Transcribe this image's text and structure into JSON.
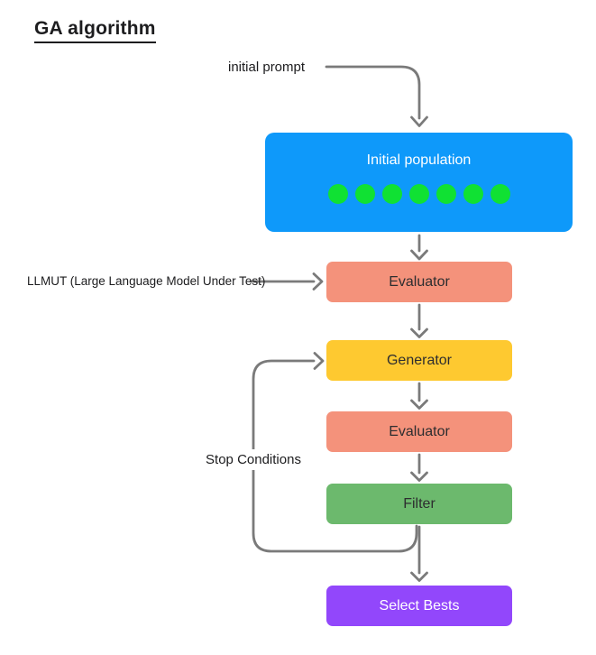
{
  "title": "GA algorithm",
  "labels": {
    "initial_prompt": "initial prompt",
    "llmut": "LLMUT (Large Language Model Under Test)",
    "stop_conditions": "Stop Conditions"
  },
  "nodes": [
    {
      "id": "initial-population",
      "label": "Initial population",
      "color": "#0E99FA",
      "text_color": "#ffffff",
      "dots": 7,
      "dot_color": "#10E133"
    },
    {
      "id": "evaluator-1",
      "label": "Evaluator",
      "color": "#F4927B",
      "text_color": "#2d2d2f"
    },
    {
      "id": "generator",
      "label": "Generator",
      "color": "#FEC930",
      "text_color": "#2d2d2f"
    },
    {
      "id": "evaluator-2",
      "label": "Evaluator",
      "color": "#F4927B",
      "text_color": "#2d2d2f"
    },
    {
      "id": "filter",
      "label": "Filter",
      "color": "#6CB96D",
      "text_color": "#2d2d2f"
    },
    {
      "id": "select-bests",
      "label": "Select Bests",
      "color": "#9247FB",
      "text_color": "#ffffff"
    }
  ],
  "colors": {
    "arrow": "#7a7a7a",
    "title": "#1d1d1f",
    "background": "#ffffff"
  }
}
